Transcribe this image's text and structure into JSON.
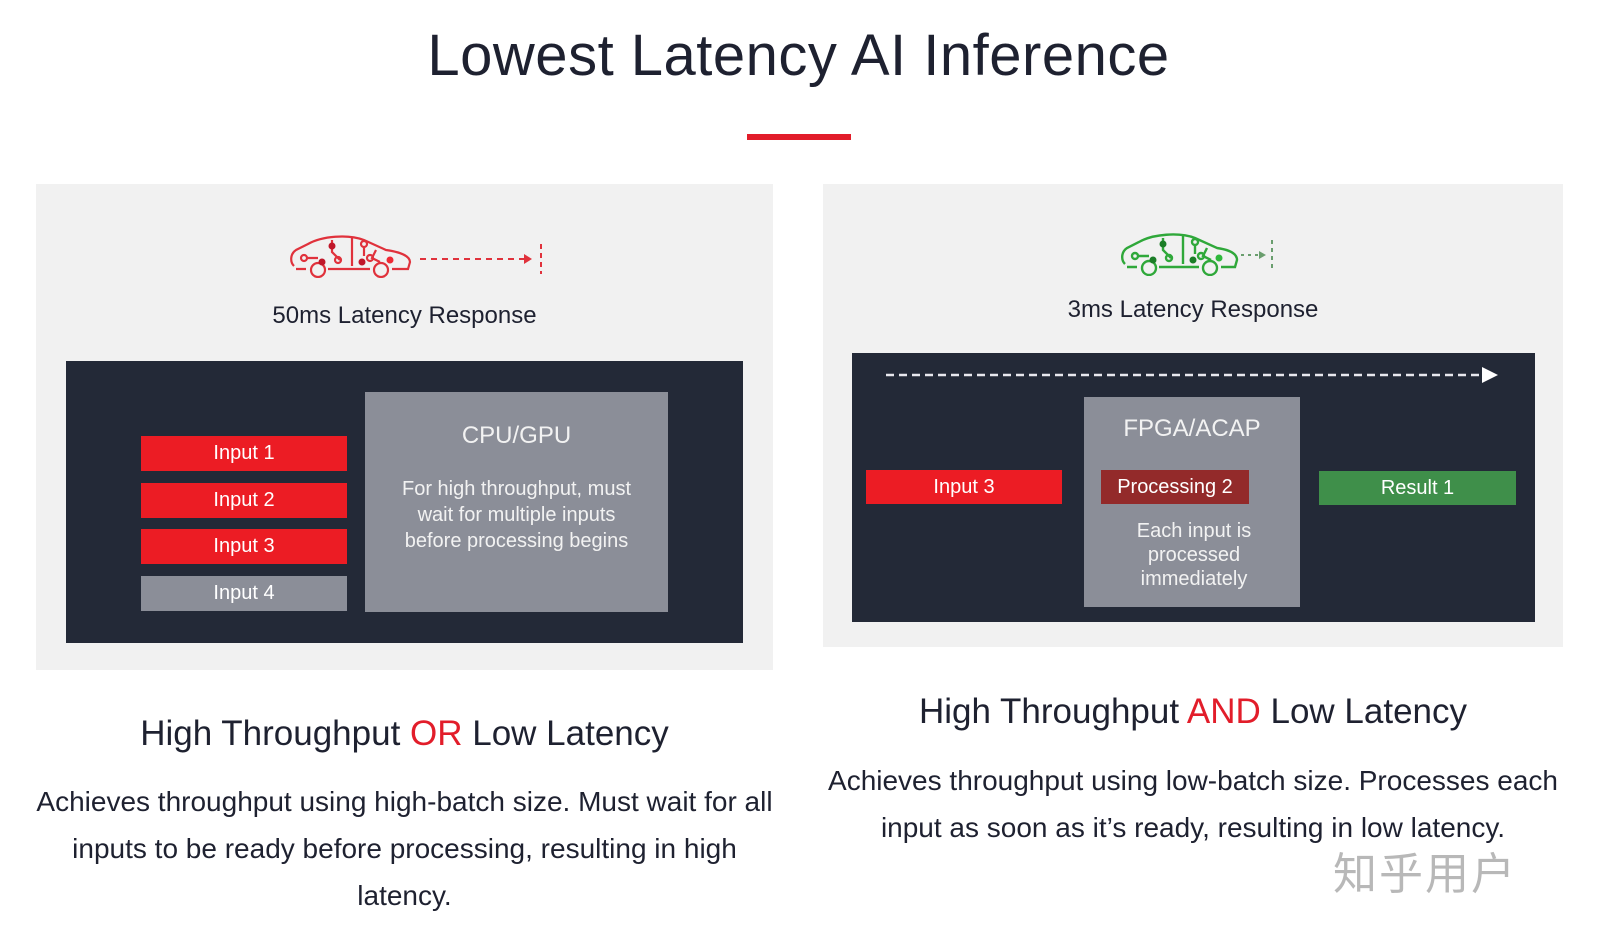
{
  "page": {
    "title": "Lowest Latency AI Inference",
    "accent_color": "#e21d2a"
  },
  "left_panel": {
    "icon": "car-circuit-icon",
    "icon_color": "#e0323c",
    "latency_label": "50ms Latency Response",
    "inputs": [
      {
        "label": "Input 1",
        "state": "ready",
        "color": "#ec1c24"
      },
      {
        "label": "Input 2",
        "state": "ready",
        "color": "#ec1c24"
      },
      {
        "label": "Input 3",
        "state": "ready",
        "color": "#ec1c24"
      },
      {
        "label": "Input 4",
        "state": "waiting",
        "color": "#8b8e98"
      }
    ],
    "processor": {
      "title": "CPU/GPU",
      "description": "For high throughput, must wait for multiple inputs before processing begins"
    },
    "heading": {
      "pre": "High Throughput ",
      "accent": "OR",
      "post": " Low Latency"
    },
    "description": "Achieves throughput using high-batch size. Must wait for all inputs to be ready before processing, resulting in high latency."
  },
  "right_panel": {
    "icon": "car-circuit-icon",
    "icon_color": "#2fa83a",
    "latency_label": "3ms Latency Response",
    "input": {
      "label": "Input 3",
      "color": "#ec1c24"
    },
    "processor": {
      "title": "FPGA/ACAP",
      "processing_label": "Processing 2",
      "processing_color": "#932a2a",
      "description": "Each input is processed immediately"
    },
    "result": {
      "label": "Result 1",
      "color": "#3f8f4a"
    },
    "heading": {
      "pre": "High Throughput ",
      "accent": "AND",
      "post": " Low Latency"
    },
    "description": "Achieves throughput using low-batch size. Processes each input as soon as it’s ready, resulting in low latency."
  },
  "watermark": "知乎用户"
}
